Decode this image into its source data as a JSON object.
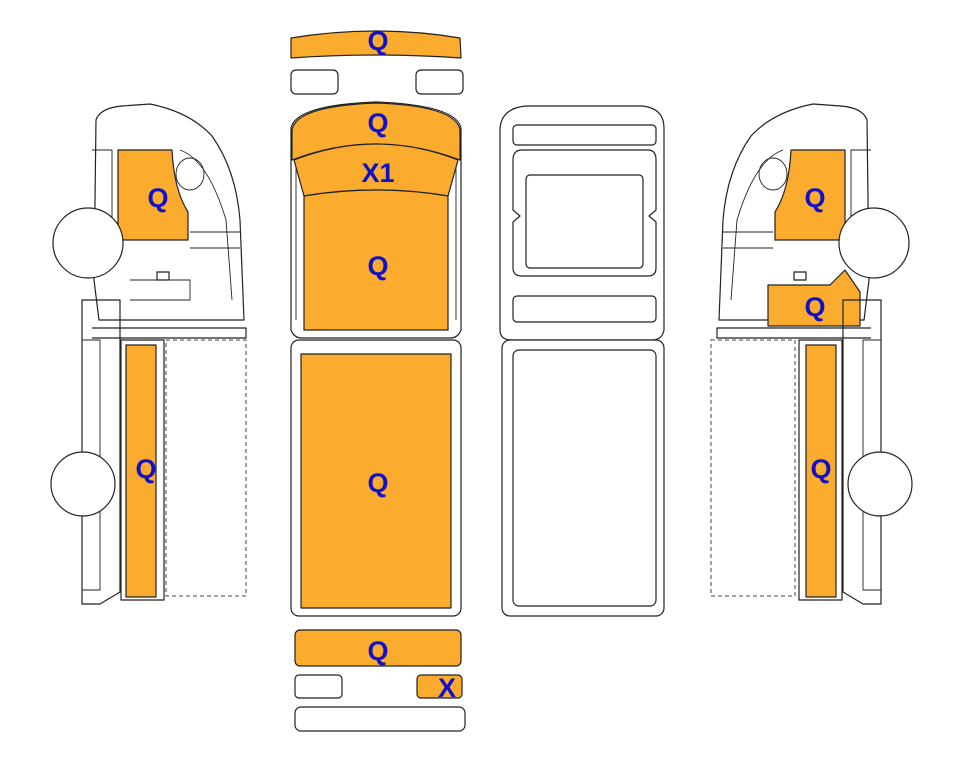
{
  "colors": {
    "damage_fill": "#FBAB2D",
    "label_text": "#1010C8",
    "outline": "#222222",
    "background": "#FFFFFF"
  },
  "labels": {
    "front_bumper": "Q",
    "hood": "Q",
    "windshield": "X1",
    "roof": "Q",
    "cargo_roof": "Q",
    "rear_bumper": "Q",
    "rear_lamp": "X",
    "left_door": "Q",
    "left_side_panel": "Q",
    "right_door": "Q",
    "right_lower_front": "Q",
    "right_side_panel": "Q"
  }
}
